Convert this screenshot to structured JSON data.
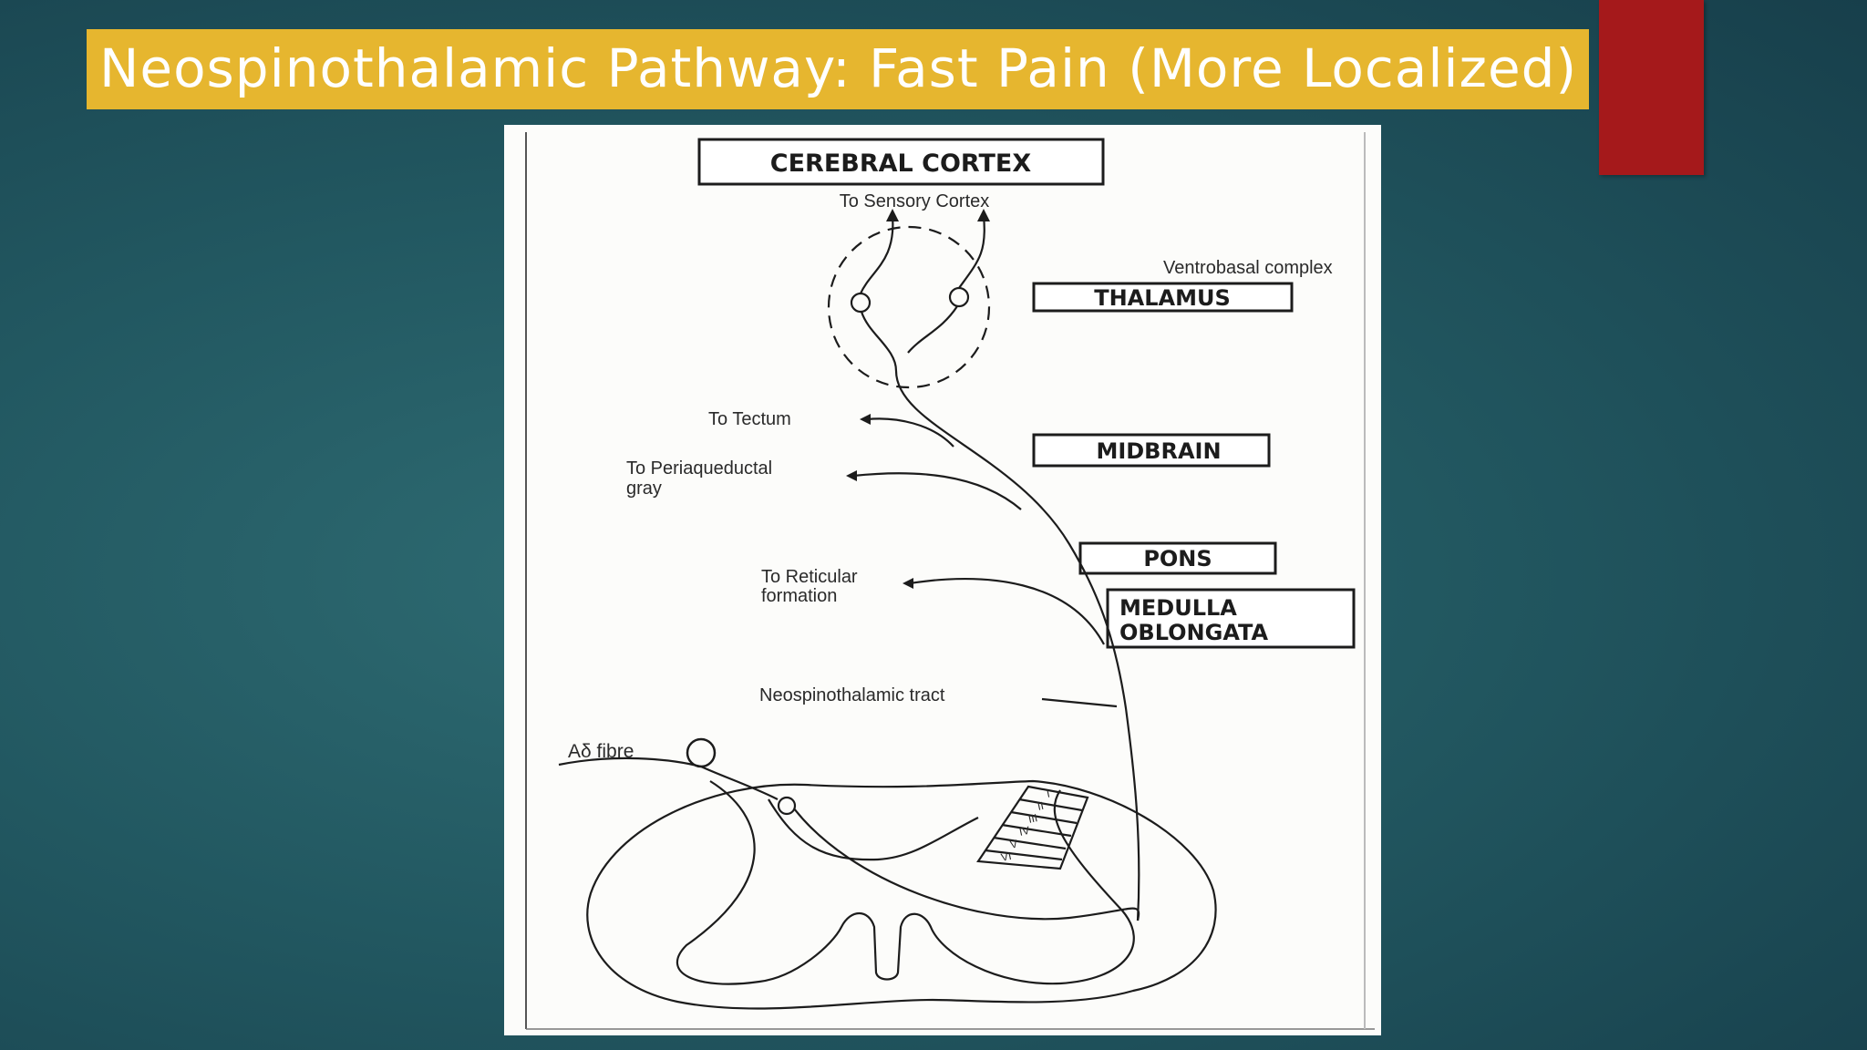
{
  "slide": {
    "title": "Neospinothalamic Pathway: Fast Pain (More Localized)"
  },
  "colors": {
    "title_bar": "#e6b62f",
    "accent_tab": "#a5191b",
    "background": "#225861"
  },
  "diagram": {
    "boxes": {
      "cortex": "CEREBRAL CORTEX",
      "thalamus": "THALAMUS",
      "midbrain": "MIDBRAIN",
      "pons": "PONS",
      "medulla_line1": "MEDULLA",
      "medulla_line2": "OBLONGATA"
    },
    "labels": {
      "sensory_cortex": "To Sensory Cortex",
      "ventrobasal": "Ventrobasal complex",
      "tectum": "To Tectum",
      "periaqueductal_1": "To Periaqueductal",
      "periaqueductal_2": "gray",
      "reticular_1": "To Reticular",
      "reticular_2": "formation",
      "tract": "Neospinothalamic tract",
      "fibre": "Aδ fibre"
    },
    "laminae": [
      "I",
      "II",
      "III",
      "IV",
      "V",
      "VI"
    ]
  }
}
